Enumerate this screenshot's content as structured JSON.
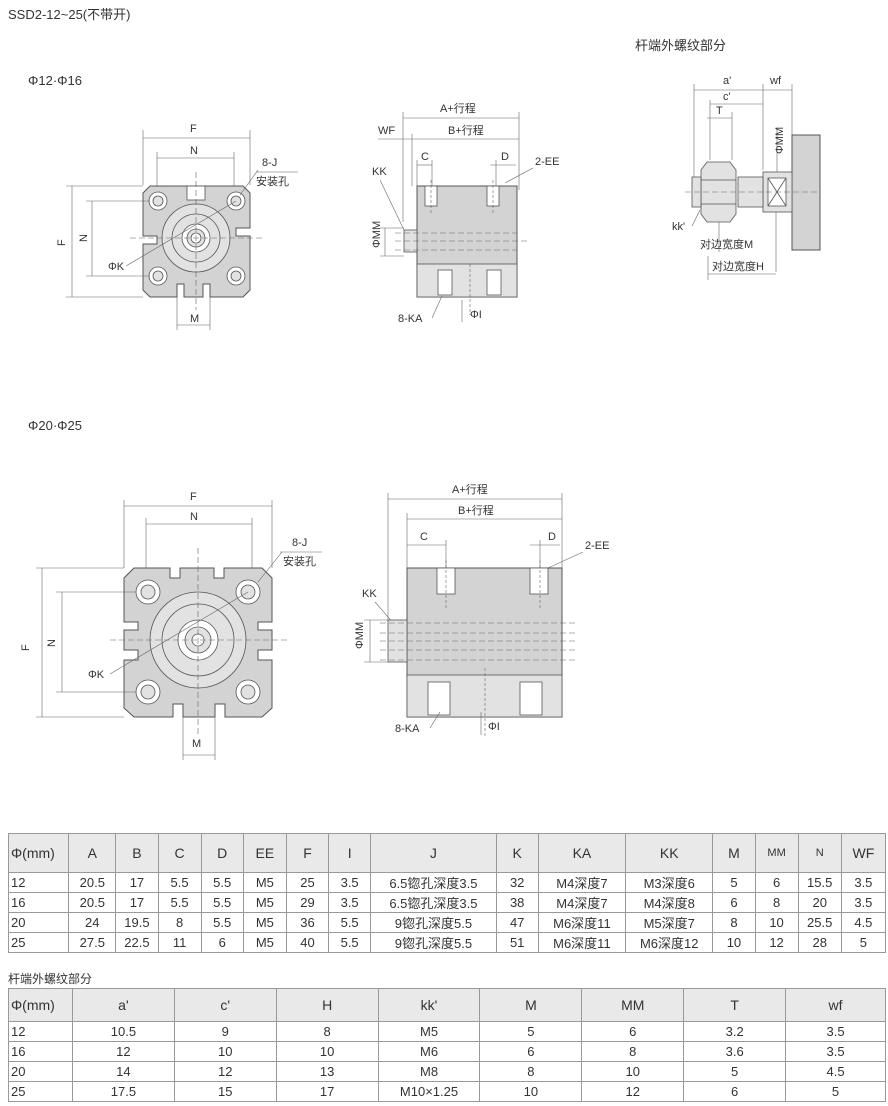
{
  "header": {
    "title": "SSD2-12~25(不带开)",
    "rod_section_title": "杆端外螺纹部分",
    "small_label": "Φ12·Φ16",
    "large_label": "Φ20·Φ25"
  },
  "labels": {
    "F": "F",
    "N": "N",
    "M": "M",
    "PhiK": "ΦK",
    "J": "8-J",
    "J_hole": "安装孔",
    "A_stroke": "A+行程",
    "B_stroke": "B+行程",
    "WF": "WF",
    "C": "C",
    "D": "D",
    "EE": "2-EE",
    "KK": "KK",
    "PhiMM": "ΦMM",
    "KA": "8-KA",
    "PhiI": "ΦI",
    "a_prime": "a'",
    "c_prime": "c'",
    "T": "T",
    "wf": "wf",
    "kk_prime": "kk'",
    "width_M": "对边宽度M",
    "width_H": "对边宽度H"
  },
  "table1": {
    "headers": [
      "Φ(mm)",
      "A",
      "B",
      "C",
      "D",
      "EE",
      "F",
      "I",
      "J",
      "K",
      "KA",
      "KK",
      "M",
      "MM",
      "N",
      "WF"
    ],
    "rows": [
      [
        "12",
        "20.5",
        "17",
        "5.5",
        "5.5",
        "M5",
        "25",
        "3.5",
        "6.5锪孔深度3.5",
        "32",
        "M4深度7",
        "M3深度6",
        "5",
        "6",
        "15.5",
        "3.5"
      ],
      [
        "16",
        "20.5",
        "17",
        "5.5",
        "5.5",
        "M5",
        "29",
        "3.5",
        "6.5锪孔深度3.5",
        "38",
        "M4深度7",
        "M4深度8",
        "6",
        "8",
        "20",
        "3.5"
      ],
      [
        "20",
        "24",
        "19.5",
        "8",
        "5.5",
        "M5",
        "36",
        "5.5",
        "9锪孔深度5.5",
        "47",
        "M6深度11",
        "M5深度7",
        "8",
        "10",
        "25.5",
        "4.5"
      ],
      [
        "25",
        "27.5",
        "22.5",
        "11",
        "6",
        "M5",
        "40",
        "5.5",
        "9锪孔深度5.5",
        "51",
        "M6深度11",
        "M6深度12",
        "10",
        "12",
        "28",
        "5"
      ]
    ]
  },
  "table2": {
    "title": "杆端外螺纹部分",
    "headers": [
      "Φ(mm)",
      "a'",
      "c'",
      "H",
      "kk'",
      "M",
      "MM",
      "T",
      "wf"
    ],
    "rows": [
      [
        "12",
        "10.5",
        "9",
        "8",
        "M5",
        "5",
        "6",
        "3.2",
        "3.5"
      ],
      [
        "16",
        "12",
        "10",
        "10",
        "M6",
        "6",
        "8",
        "3.6",
        "3.5"
      ],
      [
        "20",
        "14",
        "12",
        "13",
        "M8",
        "8",
        "10",
        "5",
        "4.5"
      ],
      [
        "25",
        "17.5",
        "15",
        "17",
        "M10×1.25",
        "10",
        "12",
        "6",
        "5"
      ]
    ]
  }
}
